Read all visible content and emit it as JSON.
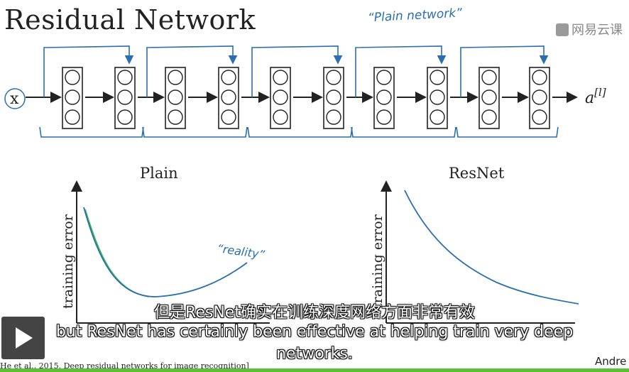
{
  "slide": {
    "title": "Residual Network",
    "plain_network_note": "“Plain network”",
    "input_label": "x",
    "output_label": "a[l]",
    "graphs": {
      "plain_title": "Plain",
      "resnet_title": "ResNet",
      "ylabel": "training error",
      "reality_note": "“reality”"
    },
    "citation": "He et al., 2015. Deep residual networks for image recognition]",
    "author": "Andre"
  },
  "watermark": {
    "text": "网易云课"
  },
  "captions": {
    "zh": "但是ResNet确实在训练深度网络方面非常有效",
    "en_line1": "but ResNet has certainly been effective at helping train very deep",
    "en_line2": "networks."
  },
  "player": {
    "play_icon": "play-icon",
    "progress_fraction": 1.0
  },
  "colors": {
    "ink": "#222222",
    "blue_ink": "#2a6fb0",
    "green_ink": "#3ab84a",
    "progress": "#5bbf3a"
  }
}
